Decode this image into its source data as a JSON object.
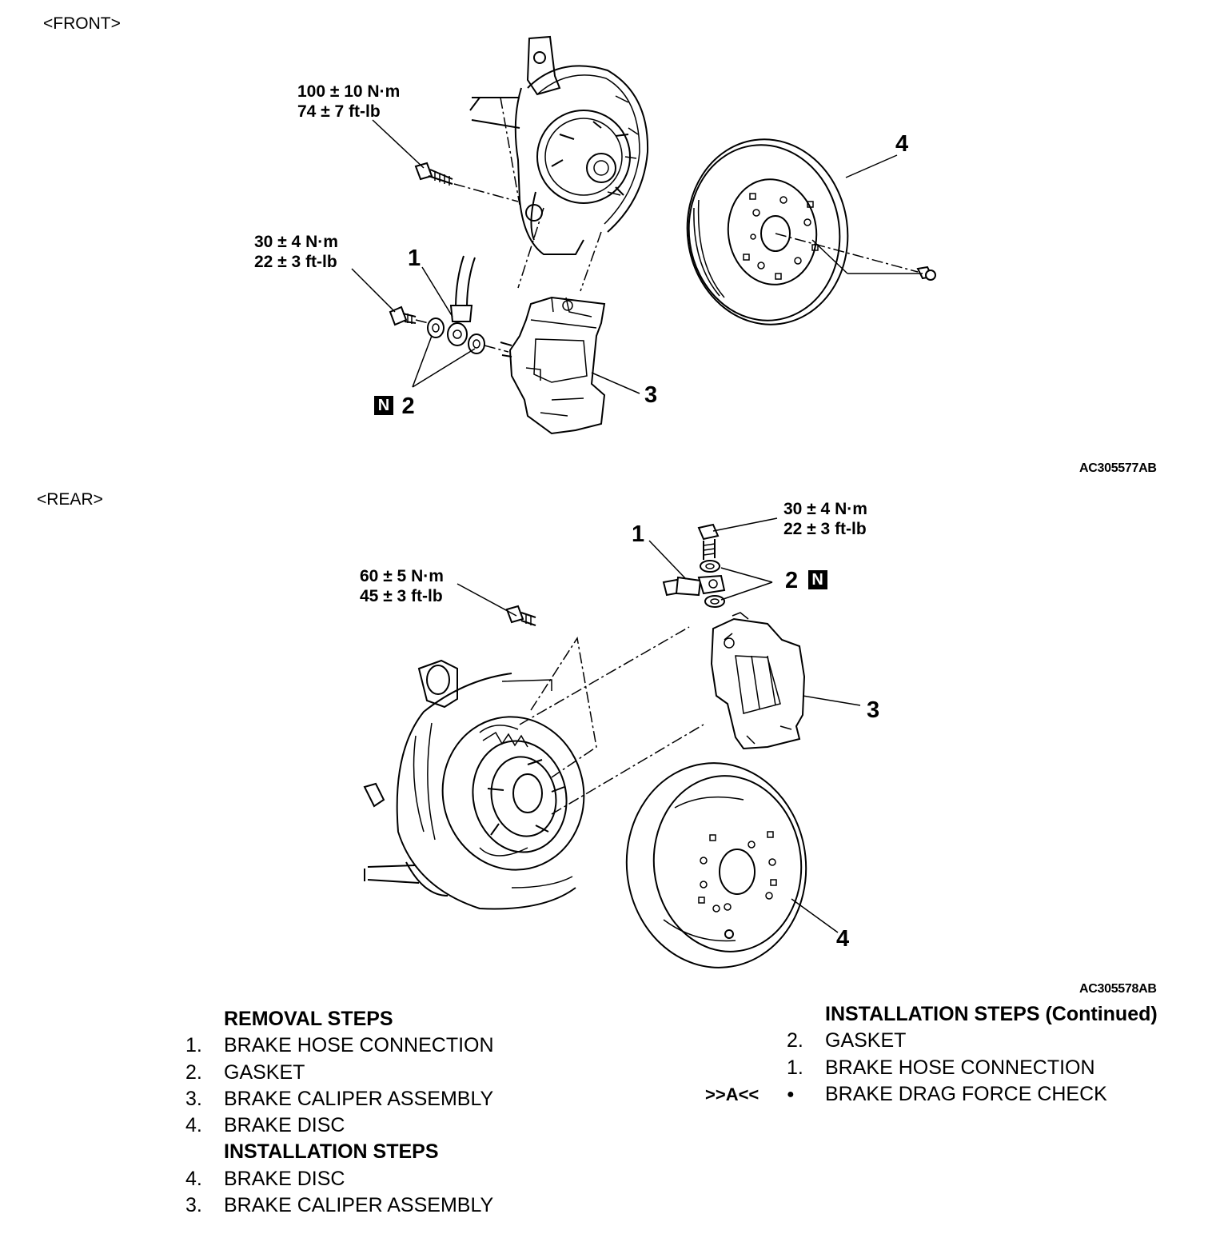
{
  "front": {
    "section_label": "<FRONT>",
    "torque_upper": {
      "nm": "100 ± 10 N·m",
      "ftlb": "74 ± 7 ft-lb"
    },
    "torque_lower": {
      "nm": "30 ± 4 N·m",
      "ftlb": "22 ± 3 ft-lb"
    },
    "callouts": {
      "c1": "1",
      "c2": "2",
      "c3": "3",
      "c4": "4"
    },
    "badge": "N",
    "figure_id": "AC305577AB"
  },
  "rear": {
    "section_label": "<REAR>",
    "torque_upper": {
      "nm": "30 ± 4 N·m",
      "ftlb": "22 ± 3 ft-lb"
    },
    "torque_lower": {
      "nm": "60 ± 5 N·m",
      "ftlb": "45 ± 3 ft-lb"
    },
    "callouts": {
      "c1": "1",
      "c2": "2",
      "c3": "3",
      "c4": "4"
    },
    "badge": "N",
    "figure_id": "AC305578AB"
  },
  "steps_left": [
    {
      "num": "",
      "label": "REMOVAL STEPS",
      "header": true
    },
    {
      "num": "1.",
      "label": "BRAKE HOSE CONNECTION"
    },
    {
      "num": "2.",
      "label": "GASKET"
    },
    {
      "num": "3.",
      "label": "BRAKE CALIPER ASSEMBLY"
    },
    {
      "num": "4.",
      "label": "BRAKE DISC"
    },
    {
      "num": "",
      "label": "INSTALLATION STEPS",
      "header": true
    },
    {
      "num": "4.",
      "label": "BRAKE DISC"
    },
    {
      "num": "3.",
      "label": "BRAKE CALIPER ASSEMBLY"
    }
  ],
  "steps_right": {
    "header": "INSTALLATION STEPS (Continued)",
    "items": [
      {
        "num": "2.",
        "label": "GASKET"
      },
      {
        "num": "1.",
        "label": "BRAKE HOSE CONNECTION"
      },
      {
        "num": "●",
        "label": "BRAKE DRAG FORCE CHECK",
        "service_ref": ">>A<<"
      }
    ]
  }
}
